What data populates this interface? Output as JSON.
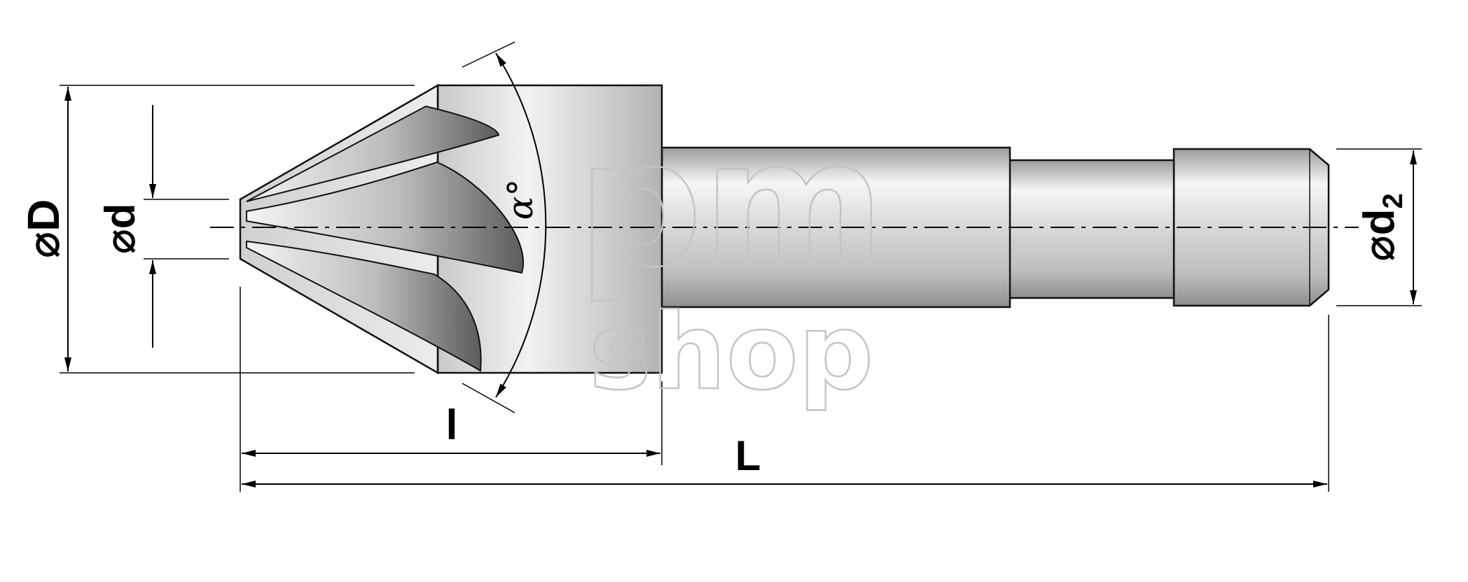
{
  "dimensions": {
    "outer_diameter": "⌀D",
    "tip_diameter_symbol": "⌀",
    "tip_diameter_letter": "d",
    "shank_diameter_symbol": "⌀",
    "shank_diameter_letter": "d",
    "shank_diameter_subscript": "2",
    "cutting_length": "l",
    "total_length": "L",
    "angle": "α°"
  },
  "watermark": {
    "line1": "pm",
    "line2": "shop"
  }
}
